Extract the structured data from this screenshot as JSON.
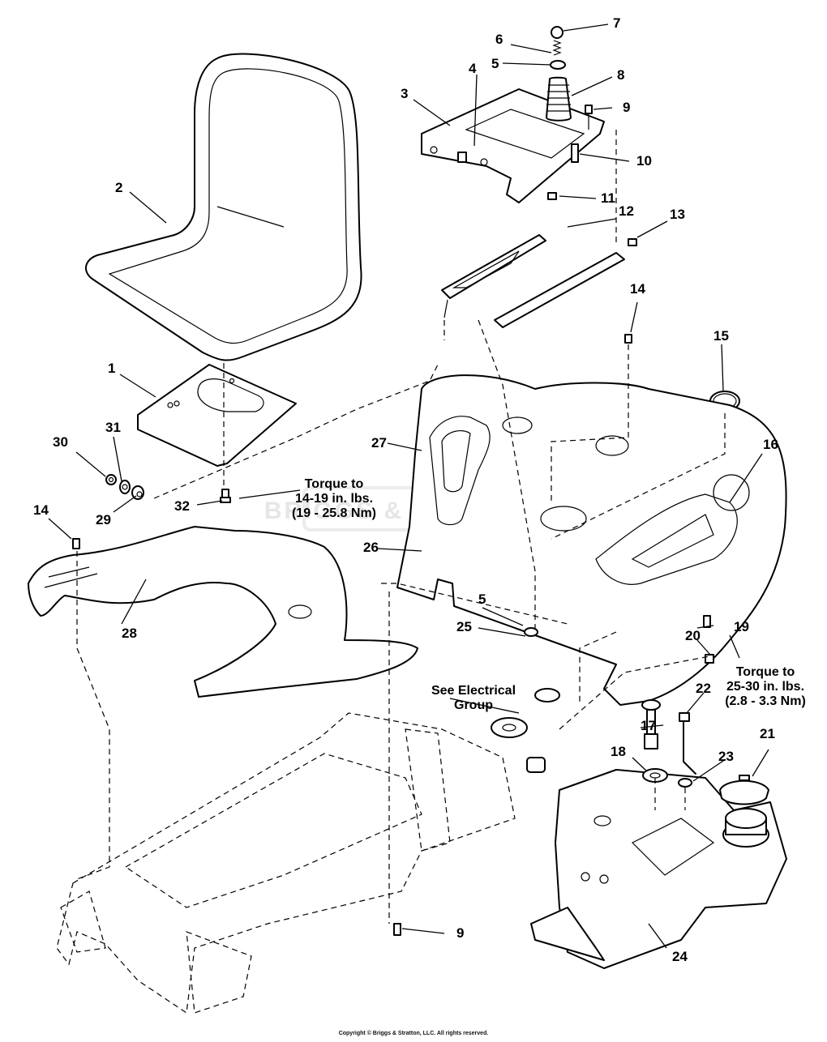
{
  "diagram": {
    "title": "Seat, Fender and Fuel Tank Parts Diagram",
    "watermark": "BRIGGS & STRATTON",
    "callouts": [
      {
        "id": "c1",
        "label": "1"
      },
      {
        "id": "c2",
        "label": "2"
      },
      {
        "id": "c3",
        "label": "3"
      },
      {
        "id": "c4",
        "label": "4"
      },
      {
        "id": "c5a",
        "label": "5"
      },
      {
        "id": "c5b",
        "label": "5"
      },
      {
        "id": "c6",
        "label": "6"
      },
      {
        "id": "c7",
        "label": "7"
      },
      {
        "id": "c8",
        "label": "8"
      },
      {
        "id": "c9a",
        "label": "9"
      },
      {
        "id": "c9b",
        "label": "9"
      },
      {
        "id": "c10",
        "label": "10"
      },
      {
        "id": "c11",
        "label": "11"
      },
      {
        "id": "c12",
        "label": "12"
      },
      {
        "id": "c13",
        "label": "13"
      },
      {
        "id": "c14a",
        "label": "14"
      },
      {
        "id": "c14b",
        "label": "14"
      },
      {
        "id": "c15",
        "label": "15"
      },
      {
        "id": "c16",
        "label": "16"
      },
      {
        "id": "c17",
        "label": "17"
      },
      {
        "id": "c18",
        "label": "18"
      },
      {
        "id": "c19",
        "label": "19"
      },
      {
        "id": "c20",
        "label": "20"
      },
      {
        "id": "c21",
        "label": "21"
      },
      {
        "id": "c22",
        "label": "22"
      },
      {
        "id": "c23",
        "label": "23"
      },
      {
        "id": "c24",
        "label": "24"
      },
      {
        "id": "c25",
        "label": "25"
      },
      {
        "id": "c26",
        "label": "26"
      },
      {
        "id": "c27",
        "label": "27"
      },
      {
        "id": "c28",
        "label": "28"
      },
      {
        "id": "c29",
        "label": "29"
      },
      {
        "id": "c30",
        "label": "30"
      },
      {
        "id": "c31",
        "label": "31"
      },
      {
        "id": "c32",
        "label": "32"
      }
    ],
    "notes": {
      "torque_seat": [
        "Torque to",
        "14-19 in. lbs.",
        "(19 - 25.8 Nm)"
      ],
      "torque_tank": [
        "Torque to",
        "25-30 in. lbs.",
        "(2.8 - 3.3 Nm)"
      ],
      "electrical": [
        "See Electrical",
        "Group"
      ]
    }
  },
  "footer": {
    "copyright": "Copyright © Briggs & Stratton, LLC. All rights reserved."
  }
}
